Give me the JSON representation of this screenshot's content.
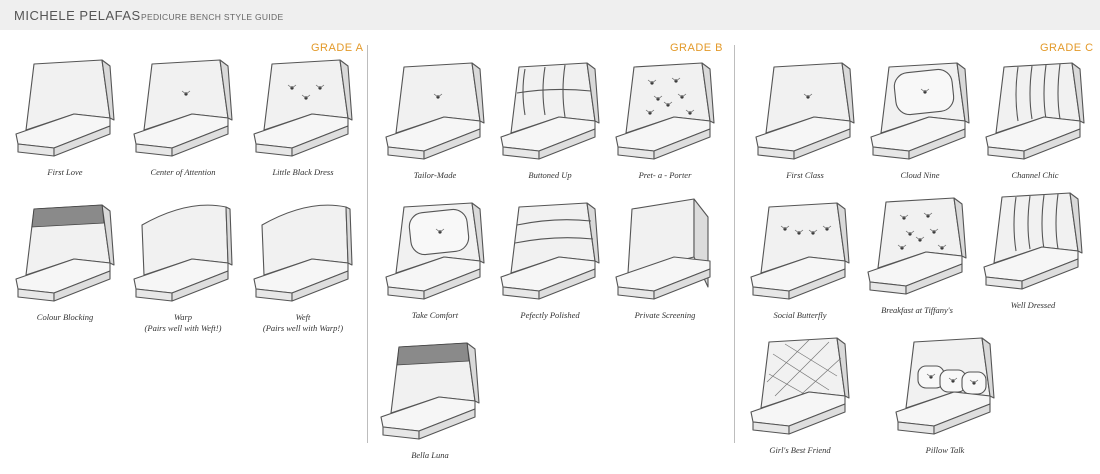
{
  "header": {
    "brand": "MICHELE PELAFAS",
    "guide": "PEDICURE BENCH STYLE GUIDE"
  },
  "colors": {
    "accent": "#e39a2a",
    "header_bg": "#efefef",
    "sketch_stroke": "#555555"
  },
  "grades": {
    "a": {
      "title": "GRADE A",
      "items": [
        {
          "name": "First Love",
          "note": "",
          "style": "plain"
        },
        {
          "name": "Center of  Attention",
          "note": "",
          "style": "one-button"
        },
        {
          "name": "Little Black Dress",
          "note": "",
          "style": "three-buttons"
        },
        {
          "name": "Colour Blocking",
          "note": "",
          "style": "colour-band"
        },
        {
          "name": "Warp",
          "note": "(Pairs well with Weft!)",
          "style": "curved"
        },
        {
          "name": "Weft",
          "note": "(Pairs well with Warp!)",
          "style": "curved"
        }
      ]
    },
    "b": {
      "title": "GRADE B",
      "items": [
        {
          "name": "Tailor-Made",
          "note": "",
          "style": "one-button"
        },
        {
          "name": "Buttoned Up",
          "note": "",
          "style": "grid-cushions"
        },
        {
          "name": "Pret- a - Porter",
          "note": "",
          "style": "tufted"
        },
        {
          "name": "Take Comfort",
          "note": "",
          "style": "pillow"
        },
        {
          "name": "Pefectly Polished",
          "note": "",
          "style": "channels-horizontal"
        },
        {
          "name": "Private Screening",
          "note": "",
          "style": "side-panel"
        },
        {
          "name": "Bella Luna",
          "note": "",
          "style": "colour-band"
        }
      ]
    },
    "c": {
      "title": "GRADE C",
      "items": [
        {
          "name": "First Class",
          "note": "",
          "style": "one-button"
        },
        {
          "name": "Cloud Nine",
          "note": "",
          "style": "pillow"
        },
        {
          "name": "Channel Chic",
          "note": "",
          "style": "channels-vertical"
        },
        {
          "name": "Social Butterfly",
          "note": "",
          "style": "four-buttons"
        },
        {
          "name": "Breakfast at Tiffany's",
          "note": "",
          "style": "tufted"
        },
        {
          "name": "Well Dressed",
          "note": "",
          "style": "channels-vertical"
        },
        {
          "name": "Girl's Best Friend",
          "note": "",
          "style": "diamond-tufted"
        },
        {
          "name": "Pillow Talk",
          "note": "",
          "style": "pillows"
        }
      ]
    }
  }
}
